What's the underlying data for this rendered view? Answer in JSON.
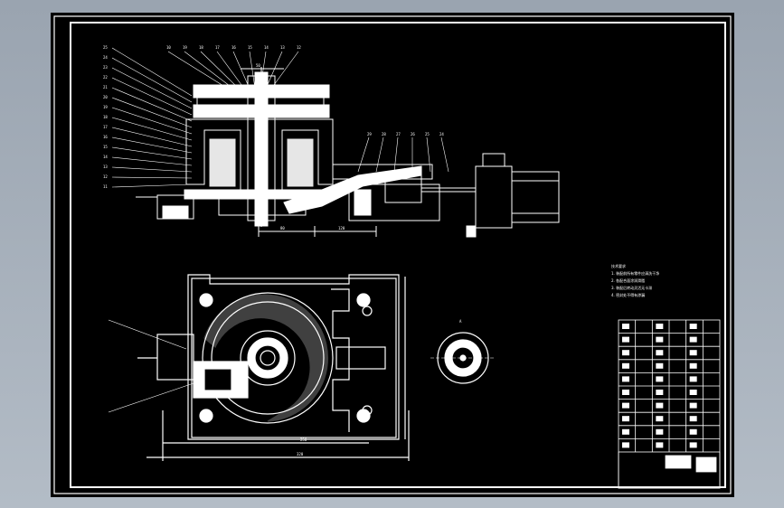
{
  "drawing": {
    "background_color": "#000000",
    "line_color": "#ffffff",
    "viewport_color": "#a6b0bb"
  },
  "balloon_labels_top": [
    "10",
    "19",
    "18",
    "17",
    "16",
    "15",
    "14",
    "13",
    "12"
  ],
  "balloon_labels_left": [
    "25",
    "24",
    "23",
    "22",
    "21",
    "20",
    "19",
    "18",
    "17",
    "16",
    "15",
    "14",
    "13",
    "12",
    "11"
  ],
  "balloon_labels_mid": [
    "29",
    "28",
    "27",
    "26",
    "25",
    "24"
  ],
  "dimensions": {
    "top_overall": "50",
    "shaft_span": "80",
    "arm_span": "120",
    "plan_inner": "250",
    "plan_outer": "320"
  },
  "section_label": "A",
  "tech_notes": [
    "技术要求",
    "1. 装配前所有零件应清洗干净",
    "2. 各配合面涂润滑脂",
    "3. 装配后转动灵活无卡滞",
    "4. 密封处不得有渗漏"
  ],
  "title_block": {
    "rows": 10,
    "cols": 6
  }
}
